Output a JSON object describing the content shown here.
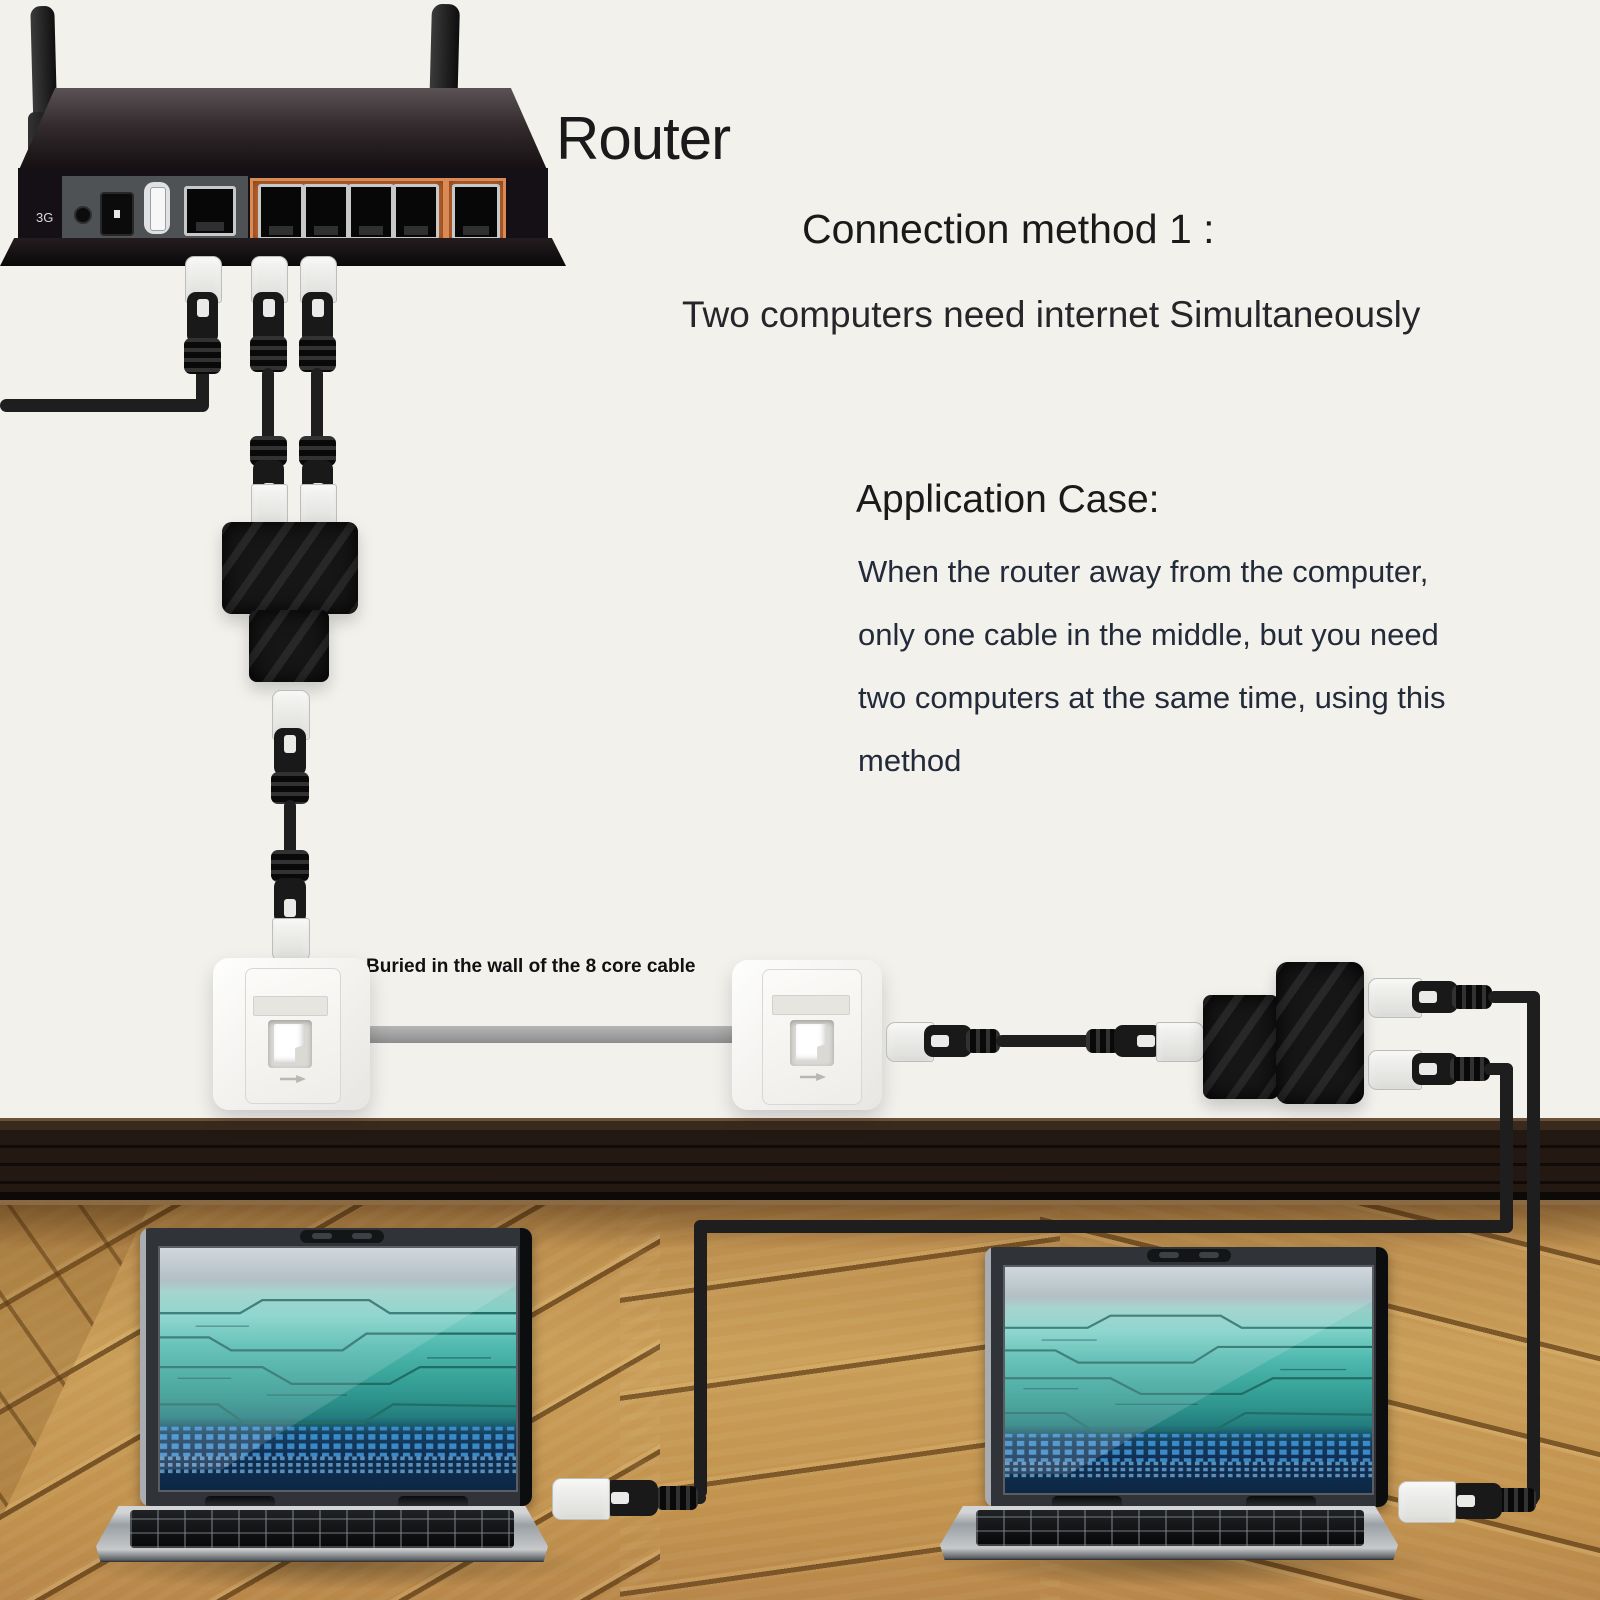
{
  "texts": {
    "router_label": "Router",
    "method_title": "Connection method 1 :",
    "method_subtitle": "Two computers need internet Simultaneously",
    "case_title": "Application Case:",
    "case_lines": [
      "When the router away from the computer,",
      "only one cable in the middle, but you need",
      "two computers at the same time, using this",
      "method"
    ],
    "wall_cable_label": "Buried in the wall of the 8 core cable",
    "router_badge": "3G"
  },
  "colors": {
    "wall": "#f3f1ec",
    "text": "#1a1a1a",
    "text-body": "#232b3a",
    "cable": "#1e1e1e",
    "cable-gray": "#9e9e9e",
    "splitter": "#161616",
    "plug-clear": "#ececea",
    "router-orange": "#c4672f",
    "router-panel-gray": "#4f5254",
    "baseboard": "#241912",
    "floor": "#c49552",
    "floor-seam": "#6e4a20",
    "screen-teal": "#39a79c",
    "screen-navy": "#123a5e",
    "screen-pixel": "#3f93d4",
    "laptop-silver": "#aeb2b6"
  }
}
